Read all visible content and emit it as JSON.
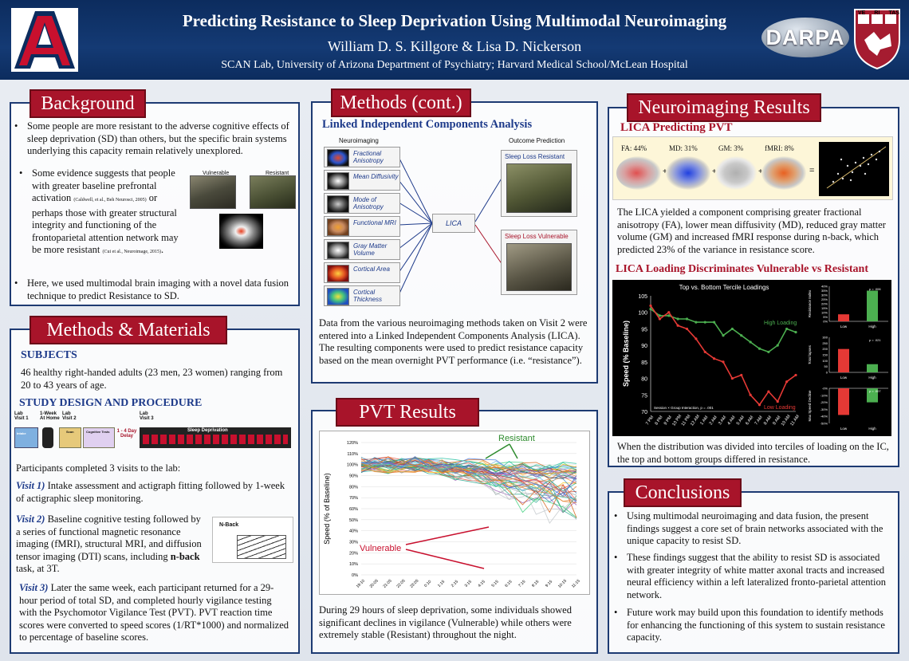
{
  "header": {
    "title": "Predicting Resistance to Sleep Deprivation Using Multimodal Neuroimaging",
    "authors": "William D. S. Killgore & Lisa D. Nickerson",
    "affiliation": "SCAN Lab, University of Arizona Department of Psychiatry; Harvard Medical School/McLean Hospital",
    "darpa": "DARPA",
    "veritas": [
      "VE",
      "RI",
      "TAS"
    ]
  },
  "background": {
    "title": "Background",
    "b1": "Some people are more resistant to the adverse cognitive effects of sleep deprivation (SD) than others, but the specific brain systems underlying this capacity remain relatively unexplored.",
    "b2a": "Some evidence suggests that people with greater baseline prefrontal activation",
    "b2cite1": "(Caldwell, et al., Beh Neurosci, 2005)",
    "b2b": "or perhaps those with greater structural integrity and functioning of the frontoparietal attention network may be more resistant",
    "b2cite2": "(Cui et al., Neuroimage, 2015)",
    "b3": "Here, we used multimodal brain imaging with a novel data fusion technique to predict Resistance to SD.",
    "label_vulnerable": "Vulnerable",
    "label_resistant": "Resistant"
  },
  "methods": {
    "title": "Methods & Materials",
    "subjects_head": "SUBJECTS",
    "subjects_text": "46 healthy right-handed adults (23 men, 23 women) ranging from 20 to 43 years of age.",
    "design_head": "STUDY DESIGN AND PROCEDURE",
    "timeline": {
      "v1": "Lab Visit 1",
      "home": "1-Week At Home",
      "v2": "Lab Visit 2",
      "delay": "1 - 4 Day Delay",
      "v3": "Lab Visit 3",
      "sd": "Sleep Deprivation",
      "intake": "Intake",
      "scan": "Scan",
      "cog": "Cognitive Tests"
    },
    "visits_intro": "Participants completed 3 visits to the lab:",
    "v1_label": "Visit 1)",
    "v1_text": "Intake assessment and actigraph fitting followed by 1-week of actigraphic sleep monitoring.",
    "v2_label": "Visit 2)",
    "v2_text_a": "Baseline cognitive testing followed by a series of functional magnetic resonance imaging (fMRI), structural MRI, and diffusion tensor imaging (DTI) scans, including",
    "v2_bold": "n-back",
    "v2_text_b": "task, at 3T.",
    "nback": "N-Back",
    "v3_label": "Visit 3)",
    "v3_text": "Later the same week, each participant returned for a 29-hour period of total SD, and completed hourly vigilance testing with the Psychomotor Vigilance Test (PVT). PVT reaction time scores were converted to speed scores (1/RT*1000) and normalized to percentage of baseline scores."
  },
  "methods2": {
    "title": "Methods (cont.)",
    "lica_head": "Linked Independent Components Analysis",
    "col_neuro": "Neuroimaging",
    "col_outcome": "Outcome Prediction",
    "modalities": [
      "Fractional Anisotropy",
      "Mean Diffusivity",
      "Mode of Anisotropy",
      "Functional MRI",
      "Gray Matter Volume",
      "Cortical Area",
      "Cortical Thickness"
    ],
    "lica": "LICA",
    "resistant": "Sleep Loss Resistant",
    "vulnerable": "Sleep Loss Vulnerable",
    "text": "Data from the various neuroimaging methods taken on Visit 2 were entered into a Linked Independent Components Analysis (LICA). The resulting components were used to predict resistance capacity based on the mean overnight PVT performance (i.e. “resistance”)."
  },
  "pvt": {
    "title": "PVT Results",
    "text": "During 29 hours of sleep deprivation, some individuals showed significant declines in vigilance (Vulnerable) while others were extremely stable (Resistant) throughout the night."
  },
  "neuro": {
    "title": "Neuroimaging Results",
    "h1": "LICA Predicting PVT",
    "fa": "FA: 44%",
    "md": "MD: 31%",
    "gm": "GM: 3%",
    "fmri": "fMRI: 8%",
    "plus": "+",
    "eq": "=",
    "text1": "The LICA yielded a component comprising greater fractional anisotropy (FA), lower mean diffusivity (MD), reduced gray matter volume (GM) and increased fMRI response during n-back, which predicted 23% of the variance in resistance score.",
    "h2": "LICA Loading Discriminates Vulnerable vs Resistant",
    "text2": "When the distribution was divided into terciles of loading on the IC, the top and bottom groups differed in resistance."
  },
  "conclusions": {
    "title": "Conclusions",
    "b1": "Using multimodal neuroimaging and data fusion, the present findings suggest a core set of brain networks associated with the unique capacity to resist SD.",
    "b2": "These findings suggest that the ability to resist SD is associated with greater integrity of white matter axonal tracts and increased neural efficiency within a left lateralized fronto-parietal attention network.",
    "b3": "Future work may build upon this foundation to identify methods for enhancing the functioning of this system to sustain resistance capacity."
  },
  "chart_data": [
    {
      "type": "line",
      "ylabel": "Speed (% of Baseline)",
      "ylim": [
        0,
        120
      ],
      "yticks": [
        "0%",
        "10%",
        "20%",
        "30%",
        "40%",
        "50%",
        "60%",
        "70%",
        "80%",
        "90%",
        "100%",
        "110%",
        "120%"
      ],
      "x": [
        "19:10",
        "20:05",
        "21:05",
        "22:05",
        "23:05",
        "0:10",
        "1:15",
        "2:15",
        "3:15",
        "4:15",
        "5:15",
        "6:15",
        "7:15",
        "8:15",
        "9:15",
        "10:15",
        "11:15"
      ],
      "annotations": [
        "Resistant",
        "Vulnerable"
      ],
      "series_count": 46
    },
    {
      "type": "line",
      "title": "Top vs. Bottom Tercile Loadings",
      "ylabel": "Speed (% Baseline)",
      "ylim": [
        70,
        105
      ],
      "yticks": [
        "70",
        "75",
        "80",
        "85",
        "90",
        "95",
        "100",
        "105"
      ],
      "x": [
        "7 PM",
        "8 PM",
        "9 PM",
        "10 PM",
        "11 PM",
        "12 AM",
        "1 AM",
        "2 AM",
        "3 AM",
        "4 AM",
        "5 AM",
        "6 AM",
        "7 AM",
        "8 AM",
        "9 AM",
        "10 AM",
        "11 AM"
      ],
      "series": [
        {
          "name": "High Loading",
          "color": "#4caf50",
          "values": [
            101,
            99,
            99,
            98,
            98,
            97,
            97,
            97,
            93,
            95,
            93,
            91,
            89,
            88,
            90,
            95,
            94
          ]
        },
        {
          "name": "Low Loading",
          "color": "#e53935",
          "values": [
            102,
            98,
            100,
            96,
            95,
            92,
            88,
            86,
            85,
            80,
            81,
            75,
            72,
            76,
            73,
            79,
            81
          ]
        }
      ],
      "note": "Session × Group Interaction, p = .001"
    },
    {
      "type": "bar",
      "ylabel": "Resistance Index",
      "categories": [
        "Low",
        "High"
      ],
      "values": [
        8,
        35
      ],
      "ylim": [
        0,
        40
      ],
      "yticks": [
        "0%",
        "5%",
        "10%",
        "15%",
        "20%",
        "25%",
        "30%",
        "35%",
        "40%"
      ],
      "note": "p = .006",
      "colors": [
        "#e53935",
        "#4caf50"
      ]
    },
    {
      "type": "bar",
      "ylabel": "Total lapses",
      "categories": [
        "Low",
        "High"
      ],
      "values": [
        200,
        70
      ],
      "ylim": [
        0,
        300
      ],
      "yticks": [
        "0",
        "50",
        "100",
        "150",
        "200",
        "250",
        "300"
      ],
      "note": "p = .021",
      "colors": [
        "#e53935",
        "#4caf50"
      ]
    },
    {
      "type": "bar",
      "ylabel": "Max Speed Decline",
      "categories": [
        "Low",
        "High"
      ],
      "values": [
        -38,
        -20
      ],
      "ylim": [
        -50,
        0
      ],
      "yticks": [
        "-0%",
        "-10%",
        "-20%",
        "-30%",
        "-40%",
        "-50%"
      ],
      "note": "p = .007",
      "colors": [
        "#e53935",
        "#4caf50"
      ]
    }
  ]
}
